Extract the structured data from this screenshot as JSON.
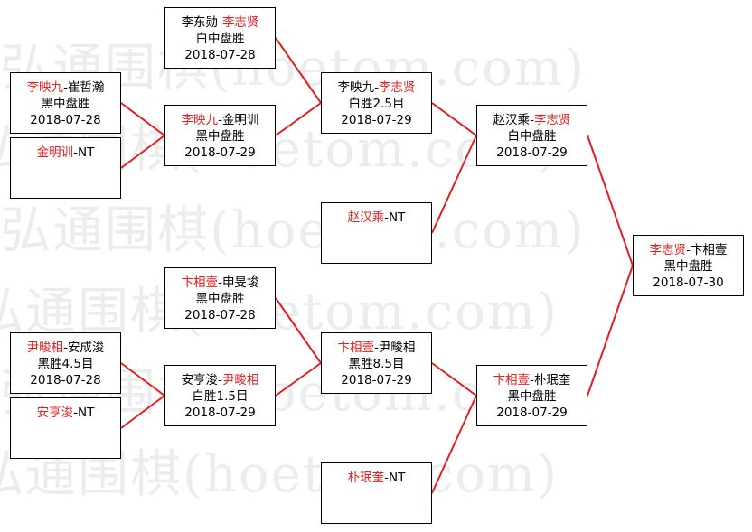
{
  "watermark": "弘通围棋(hoetom.com)",
  "matches": [
    {
      "id": "m1",
      "a": "李映九",
      "b": "崔哲瀚",
      "winner": "a",
      "result": "黑中盘胜",
      "date": "2018-07-28"
    },
    {
      "id": "m2",
      "a": "金明训",
      "b": "NT",
      "winner": "a",
      "result": "",
      "date": ""
    },
    {
      "id": "m3",
      "a": "李东勋",
      "b": "李志贤",
      "winner": "b",
      "result": "白中盘胜",
      "date": "2018-07-28"
    },
    {
      "id": "m4",
      "a": "李映九",
      "b": "金明训",
      "winner": "a",
      "result": "黑中盘胜",
      "date": "2018-07-29"
    },
    {
      "id": "m5",
      "a": "李映九",
      "b": "李志贤",
      "winner": "b",
      "result": "白胜2.5目",
      "date": "2018-07-29"
    },
    {
      "id": "m6",
      "a": "赵汉乘",
      "b": "NT",
      "winner": "a",
      "result": "",
      "date": ""
    },
    {
      "id": "m7",
      "a": "赵汉乘",
      "b": "李志贤",
      "winner": "b",
      "result": "白中盘胜",
      "date": "2018-07-29"
    },
    {
      "id": "m8",
      "a": "李志贤",
      "b": "卞相壹",
      "winner": "a",
      "result": "黑中盘胜",
      "date": "2018-07-30"
    },
    {
      "id": "m9",
      "a": "卞相壹",
      "b": "申旻埈",
      "winner": "a",
      "result": "黑中盘胜",
      "date": "2018-07-28"
    },
    {
      "id": "m10",
      "a": "尹畯相",
      "b": "安成浚",
      "winner": "a",
      "result": "黑胜4.5目",
      "date": "2018-07-28"
    },
    {
      "id": "m11",
      "a": "安亨浚",
      "b": "NT",
      "winner": "a",
      "result": "",
      "date": ""
    },
    {
      "id": "m12",
      "a": "安亨浚",
      "b": "尹畯相",
      "winner": "b",
      "result": "白胜1.5目",
      "date": "2018-07-29"
    },
    {
      "id": "m13",
      "a": "卞相壹",
      "b": "尹畯相",
      "winner": "a",
      "result": "黑胜8.5目",
      "date": "2018-07-29"
    },
    {
      "id": "m14",
      "a": "朴珉奎",
      "b": "NT",
      "winner": "a",
      "result": "",
      "date": ""
    },
    {
      "id": "m15",
      "a": "卞相壹",
      "b": "朴珉奎",
      "winner": "a",
      "result": "黑中盘胜",
      "date": "2018-07-29"
    }
  ],
  "colors": {
    "winner": "#e02020",
    "connector": "#e02020",
    "border": "#000000",
    "watermark": "#ececec"
  }
}
